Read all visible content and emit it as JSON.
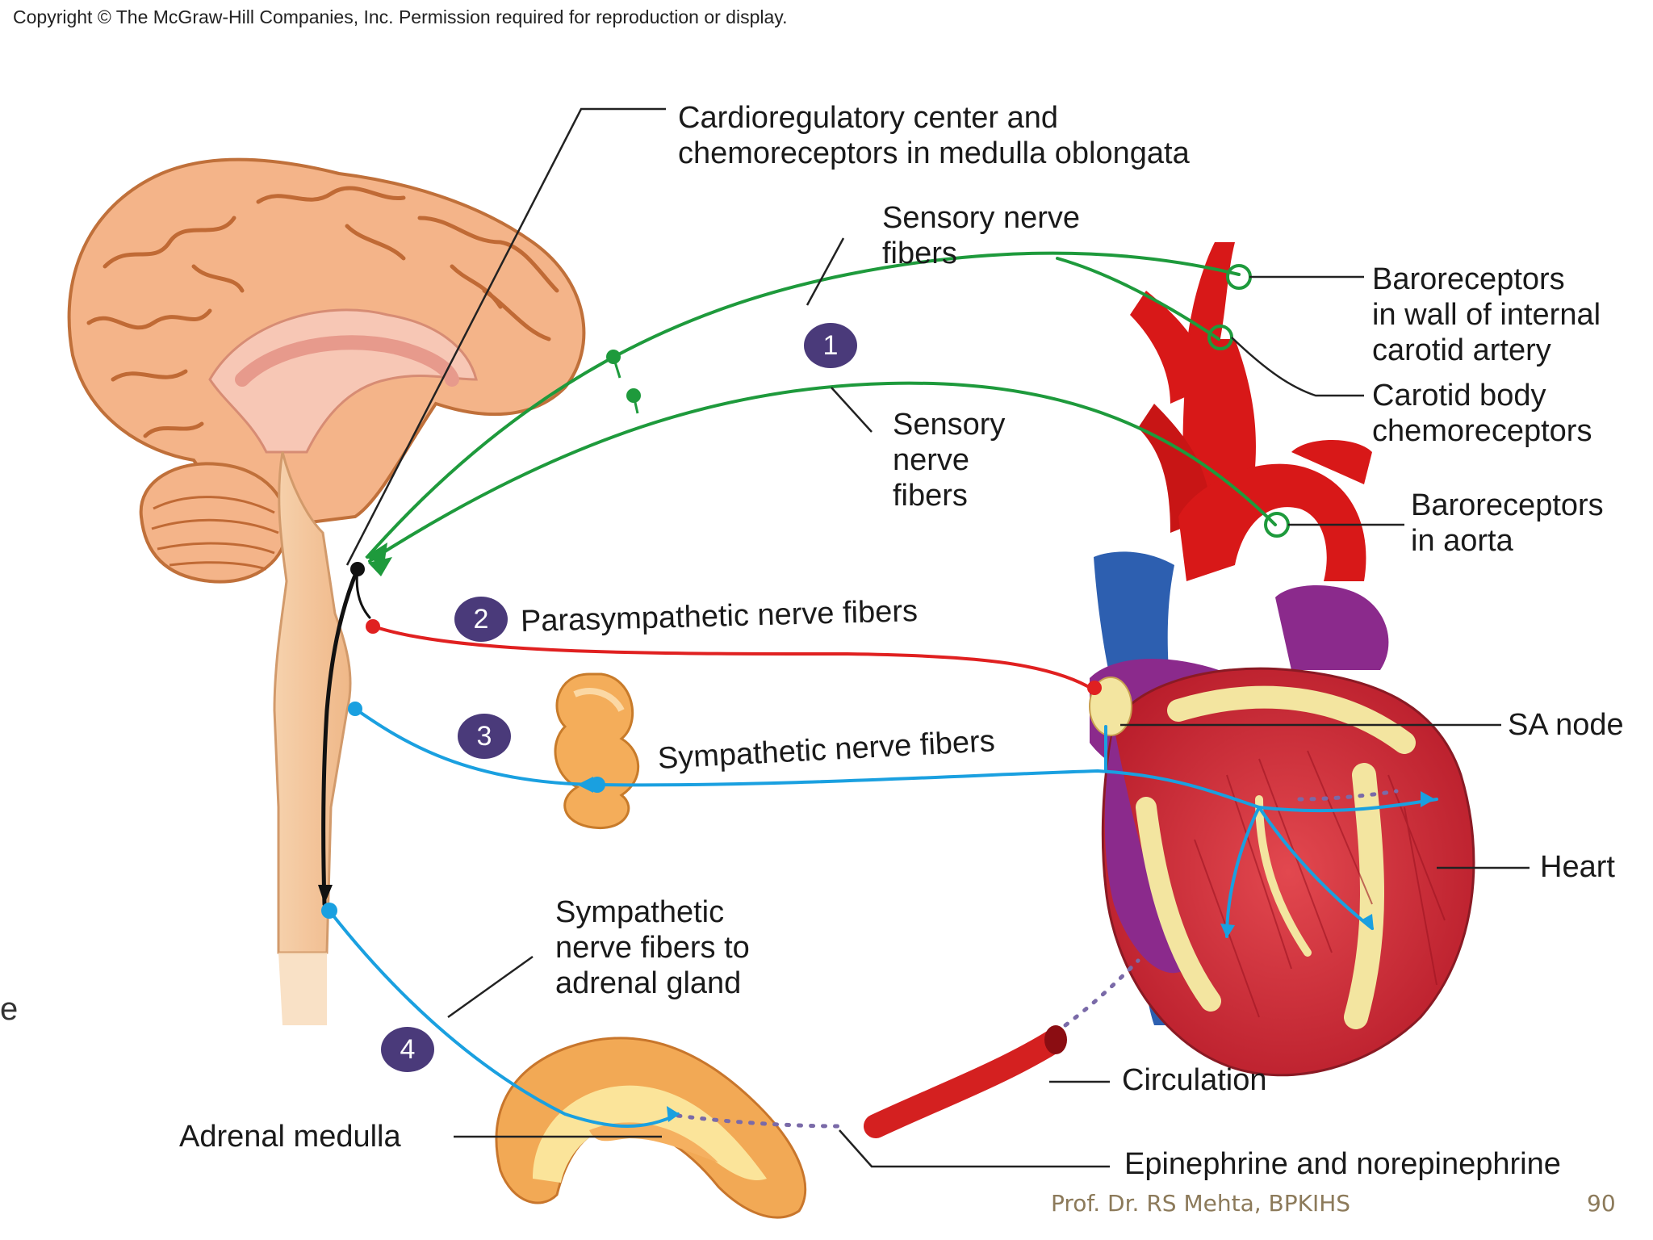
{
  "copyright": "Copyright © The McGraw-Hill Companies, Inc. Permission required for reproduction or display.",
  "labels": {
    "cardio_line1": "Cardioregulatory center and",
    "cardio_line2": "chemoreceptors in medulla oblongata",
    "sensory_top_line1": "Sensory nerve",
    "sensory_top_line2": "fibers",
    "sensory_mid_line1": "Sensory",
    "sensory_mid_line2": "nerve",
    "sensory_mid_line3": "fibers",
    "baro_carotid_line1": "Baroreceptors",
    "baro_carotid_line2": "in wall of internal",
    "baro_carotid_line3": "carotid artery",
    "carotid_body_line1": "Carotid body",
    "carotid_body_line2": "chemoreceptors",
    "baro_aorta_line1": "Baroreceptors",
    "baro_aorta_line2": "in aorta",
    "parasympathetic": "Parasympathetic nerve fibers",
    "sympathetic": "Sympathetic nerve fibers",
    "sa_node": "SA node",
    "heart": "Heart",
    "symp_adrenal_line1": "Sympathetic",
    "symp_adrenal_line2": "nerve fibers to",
    "symp_adrenal_line3": "adrenal gland",
    "adrenal_medulla": "Adrenal medulla",
    "circulation": "Circulation",
    "epinephrine": "Epinephrine and norepinephrine"
  },
  "badges": [
    "1",
    "2",
    "3",
    "4"
  ],
  "footer": {
    "author": "Prof. Dr. RS Mehta, BPKIHS",
    "page": "90"
  },
  "edge_fragment": "e",
  "colors": {
    "sensory": "#1e9a3c",
    "parasympathetic": "#e02020",
    "sympathetic": "#1aa0e0",
    "artery": "#d81818",
    "vein": "#2d5fb0",
    "badge": "#4a3a7a",
    "brain": "#f4b98c",
    "adrenal": "#f2a955"
  }
}
